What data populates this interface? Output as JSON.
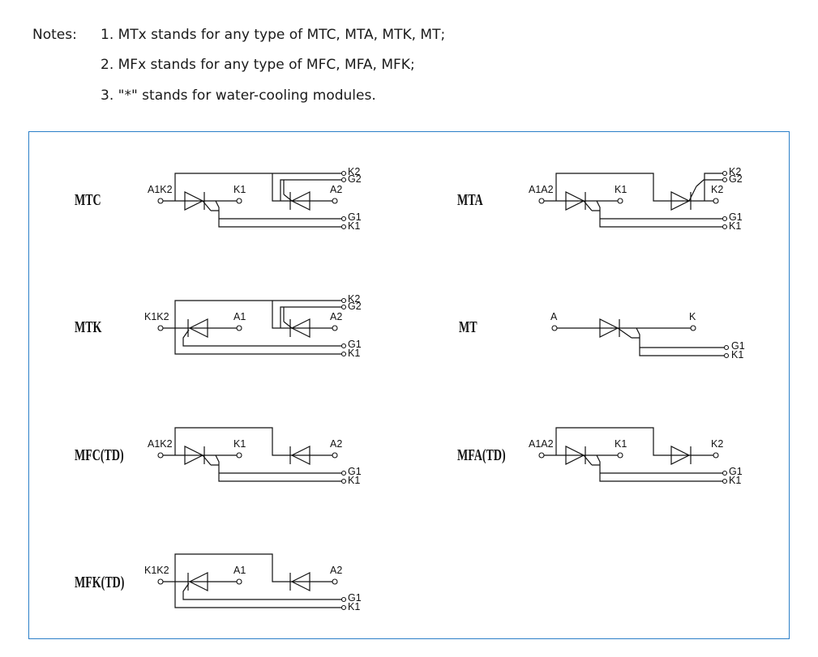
{
  "notes": {
    "label": "Notes:",
    "items": [
      "1. MTx stands for any type of MTC, MTA, MTK, MT;",
      "2. MFx stands for any type of MFC, MFA, MFK;",
      "3. \"*\" stands for water-cooling modules."
    ]
  },
  "modules": [
    {
      "name": "MTC",
      "terminals": {
        "left": "A1K2",
        "mid": "K1",
        "right": "A2",
        "top1": "K2",
        "top2": "G2",
        "bot1": "G1",
        "bot2": "K1"
      }
    },
    {
      "name": "MTA",
      "terminals": {
        "left": "A1A2",
        "mid": "K1",
        "right": "K2",
        "top1": "K2",
        "top2": "G2",
        "bot1": "G1",
        "bot2": "K1"
      }
    },
    {
      "name": "MTK",
      "terminals": {
        "left": "K1K2",
        "mid": "A1",
        "right": "A2",
        "top1": "K2",
        "top2": "G2",
        "bot1": "G1",
        "bot2": "K1"
      }
    },
    {
      "name": "MT",
      "terminals": {
        "left": "A",
        "right": "K",
        "bot1": "G1",
        "bot2": "K1"
      }
    },
    {
      "name": "MFC(TD)",
      "terminals": {
        "left": "A1K2",
        "mid": "K1",
        "right": "A2",
        "bot1": "G1",
        "bot2": "K1"
      }
    },
    {
      "name": "MFA(TD)",
      "terminals": {
        "left": "A1A2",
        "mid": "K1",
        "right": "K2",
        "bot1": "G1",
        "bot2": "K1"
      }
    },
    {
      "name": "MFK(TD)",
      "terminals": {
        "left": "K1K2",
        "mid": "A1",
        "right": "A2",
        "bot1": "G1",
        "bot2": "K1"
      }
    }
  ]
}
